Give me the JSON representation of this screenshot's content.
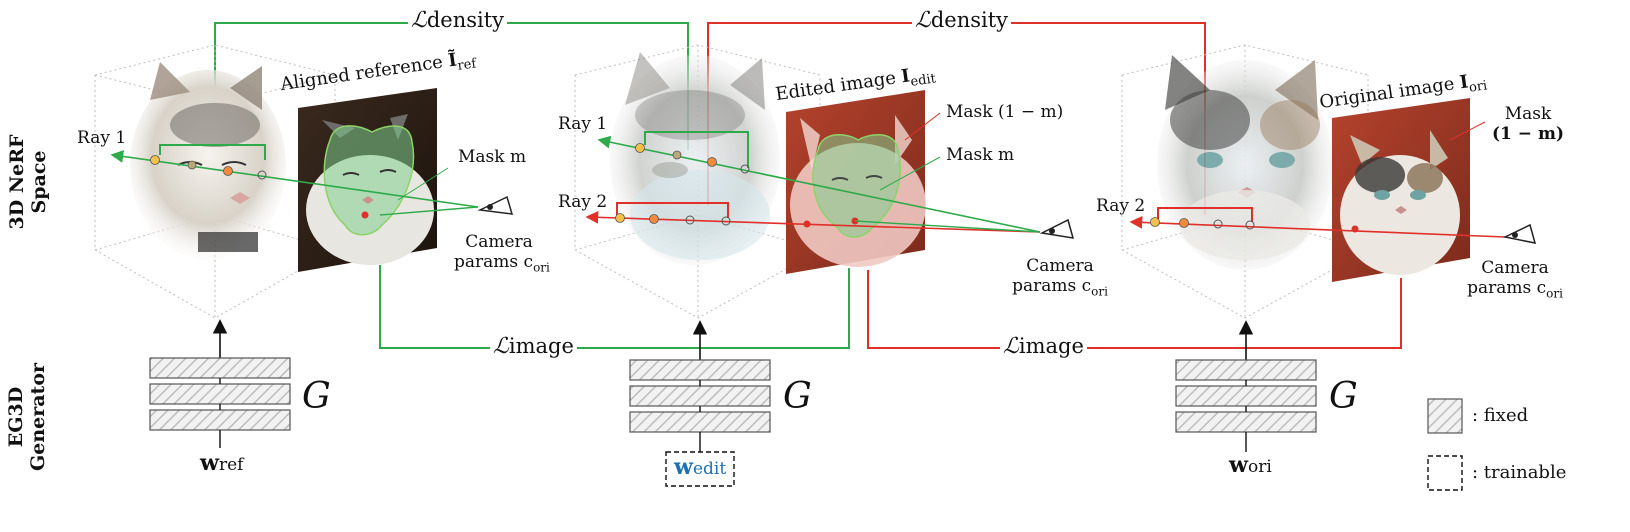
{
  "row_labels": {
    "nerf_space": "3D NeRF Space",
    "generator": "EG3D Generator"
  },
  "losses": {
    "density": {
      "symbol": "ℒ",
      "sub": "density"
    },
    "image": {
      "symbol": "ℒ",
      "sub": "image"
    }
  },
  "panels": [
    {
      "id": "ref",
      "image_caption_prefix": "Aligned reference ",
      "image_caption_symbol": "Ĩ",
      "image_caption_sub": "ref",
      "mask_labels": [
        "Mask m"
      ],
      "ray_label": "Ray 1",
      "camera_line1": "Camera",
      "camera_line2": "params c",
      "camera_sub": "ori",
      "generator": "G",
      "latent": "w",
      "latent_sub": "ref"
    },
    {
      "id": "edit",
      "image_caption_prefix": "Edited image ",
      "image_caption_symbol": "I",
      "image_caption_sub": "edit",
      "mask_labels": [
        "Mask (1 − m)",
        "Mask m"
      ],
      "ray_labels": [
        "Ray 1",
        "Ray 2"
      ],
      "camera_line1": "Camera",
      "camera_line2": "params c",
      "camera_sub": "ori",
      "generator": "G",
      "latent": "w",
      "latent_sub": "edit"
    },
    {
      "id": "ori",
      "image_caption_prefix": "Original image ",
      "image_caption_symbol": "I",
      "image_caption_sub": "ori",
      "mask_labels": [
        "Mask",
        "(1 − m)"
      ],
      "ray_label": "Ray 2",
      "camera_line1": "Camera",
      "camera_line2": "params c",
      "camera_sub": "ori",
      "generator": "G",
      "latent": "w",
      "latent_sub": "ori"
    }
  ],
  "legend": {
    "fixed": ": fixed",
    "trainable": ": trainable"
  },
  "colors": {
    "green": "#2eaa4a",
    "red": "#e0302a",
    "blue": "#1f6fb4",
    "orange": "#f28a3c",
    "yellow": "#f5c04a"
  }
}
